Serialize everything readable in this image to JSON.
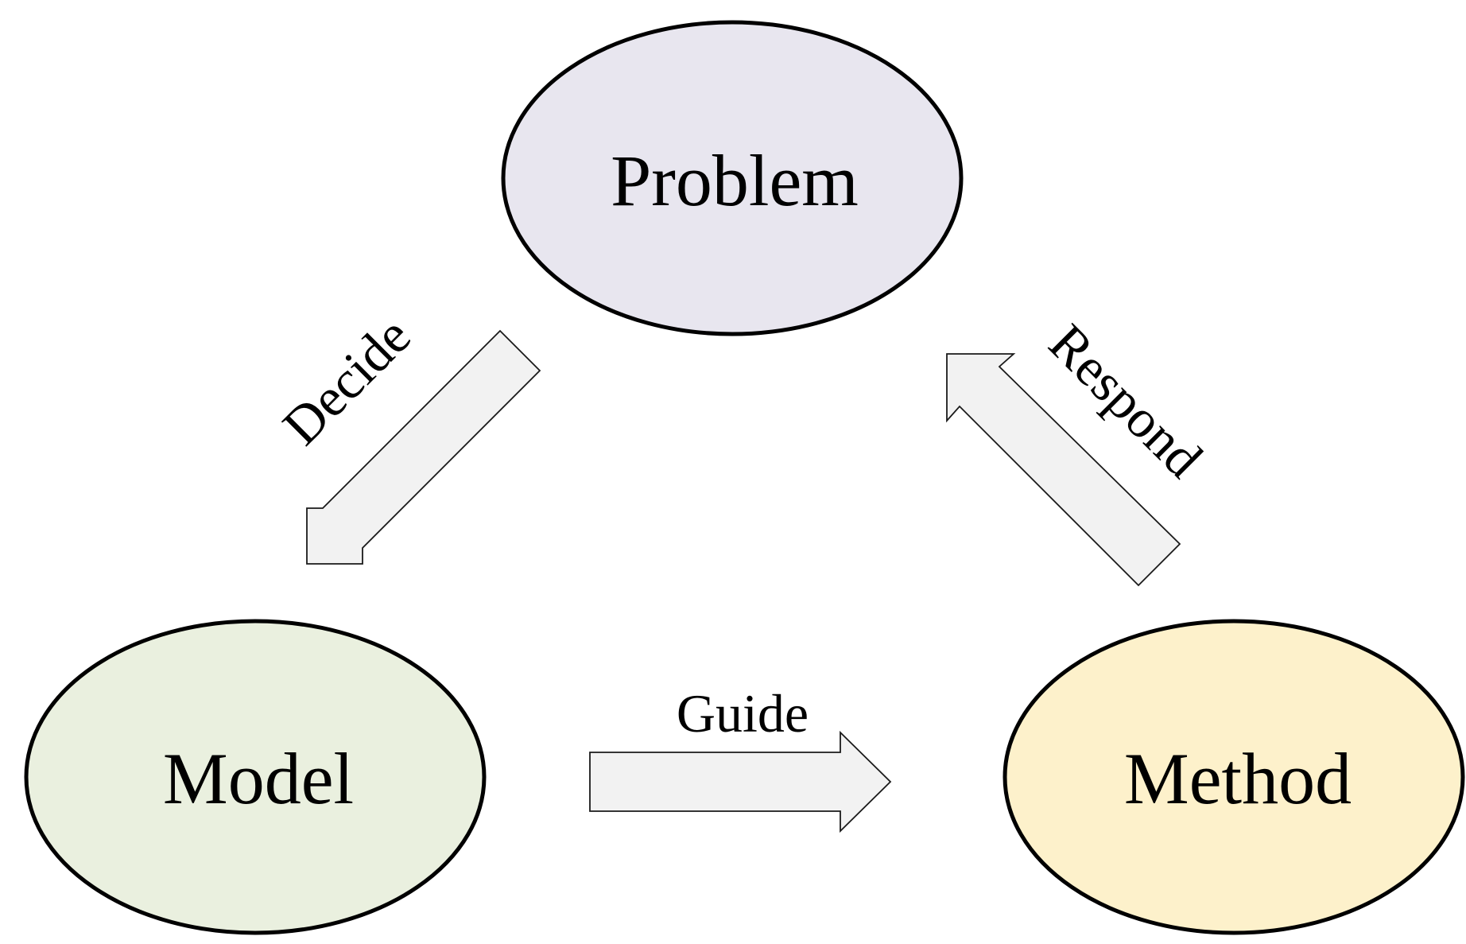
{
  "nodes": {
    "problem": {
      "label": "Problem",
      "fill": "#e8e6ef"
    },
    "model": {
      "label": "Model",
      "fill": "#eaf0df"
    },
    "method": {
      "label": "Method",
      "fill": "#fdf1cb"
    }
  },
  "edges": {
    "decide": {
      "label": "Decide",
      "from": "Problem",
      "to": "Model"
    },
    "guide": {
      "label": "Guide",
      "from": "Model",
      "to": "Method"
    },
    "respond": {
      "label": "Respond",
      "from": "Method",
      "to": "Problem"
    }
  },
  "colors": {
    "arrow_fill": "#f2f2f2",
    "outline": "#000000"
  }
}
